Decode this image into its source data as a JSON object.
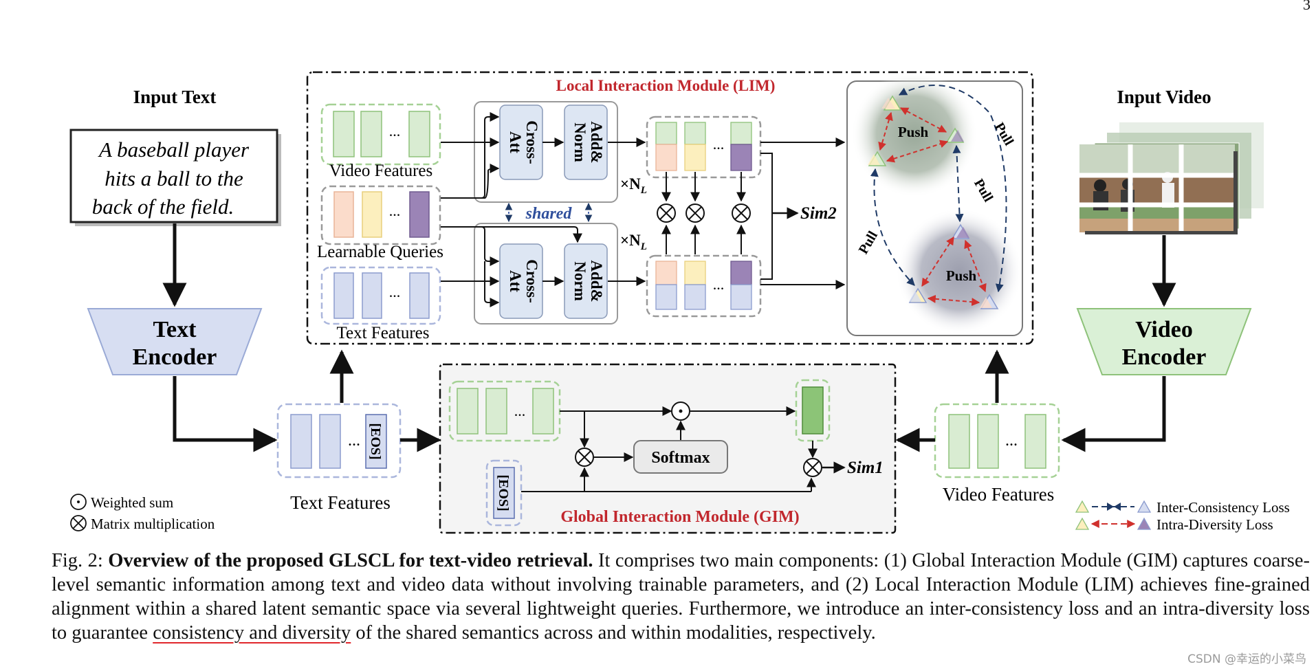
{
  "page_number": "3",
  "left": {
    "input_text_title": "Input Text",
    "input_text_lines": [
      "A  baseball player",
      "hits  a  ball  to  the",
      "back of the field."
    ],
    "text_encoder": [
      "Text",
      "Encoder"
    ],
    "text_features_label": "Text Features",
    "eos": "[EOS]"
  },
  "right": {
    "input_video_title": "Input Video",
    "video_encoder": [
      "Video",
      "Encoder"
    ],
    "video_features_label": "Video Features"
  },
  "lim": {
    "title": "Local Interaction Module (LIM)",
    "video_features_label": "Video Features",
    "learnable_queries_label": "Learnable Queries",
    "text_features_label": "Text Features",
    "cross_att": [
      "Cross-",
      "Att"
    ],
    "add_norm": [
      "Add&",
      "Norm"
    ],
    "nl": "×N",
    "nl_sub": "L",
    "shared": "shared",
    "sim2": "Sim2",
    "push": "Push",
    "pull": "Pull",
    "dots": "..."
  },
  "gim": {
    "title": "Global Interaction Module (GIM)",
    "softmax": "Softmax",
    "sim1": "Sim1",
    "eos": "[EOS]"
  },
  "legend": {
    "weighted_sum": "Weighted sum",
    "matrix_mult": "Matrix multiplication",
    "inter_loss": "Inter-Consistency Loss",
    "intra_loss": "Intra-Diversity Loss"
  },
  "caption": {
    "prefix": "Fig. 2: ",
    "bold": "Overview of the proposed GLSCL for text-video retrieval.",
    "rest_a": " It comprises two main components: (1) Global Interaction Module (GIM) captures coarse-level semantic information among text and video data without involving trainable parameters, and (2) Local Interaction Module (LIM) achieves fine-grained alignment within a shared latent semantic space via several lightweight queries. Furthermore, we introduce an inter-consistency loss and an intra-diversity loss to guarantee ",
    "underlined": "consistency and diversity",
    "rest_b": " of the shared semantics across and within modalities, respectively."
  },
  "watermark": "CSDN @幸运的小菜鸟",
  "colors": {
    "green_fill": "#d9ecd2",
    "green_border": "#9dcb8a",
    "blue_fill": "#d5dcf0",
    "blue_border": "#9aaad6",
    "orange_fill": "#fbdccb",
    "yellow_fill": "#fcefbe",
    "purple_fill": "#9b84b6",
    "module_fill": "#dde6f3",
    "encoder_text_fill": "#d7def2",
    "encoder_video_fill": "#daf0d6",
    "red_title": "#c1272d",
    "arrow_blue": "#1f3a66",
    "arrow_red": "#d0312d"
  }
}
